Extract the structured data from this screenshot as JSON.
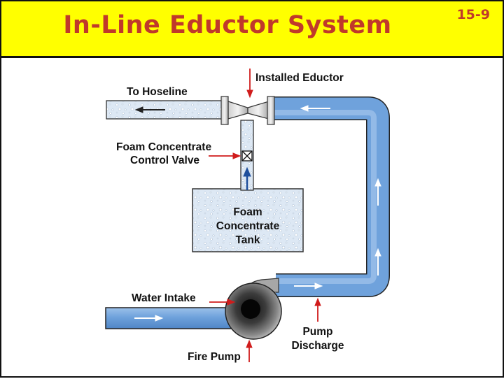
{
  "header": {
    "title": "In-Line Eductor System",
    "slide_number": "15-9"
  },
  "labels": {
    "installed_eductor": "Installed Eductor",
    "to_hoseline": "To Hoseline",
    "foam_control_valve_line1": "Foam Concentrate",
    "foam_control_valve_line2": "Control Valve",
    "tank_line1": "Foam",
    "tank_line2": "Concentrate",
    "tank_line3": "Tank",
    "water_intake": "Water Intake",
    "pump_discharge_line1": "Pump",
    "pump_discharge_line2": "Discharge",
    "fire_pump": "Fire Pump"
  },
  "colors": {
    "title_bar": "#ffff00",
    "title_text": "#c0392b",
    "pipe_water": "#6fa2dc",
    "foam_fill": "#dbe7f3",
    "pointer_arrows": "#d01c1c"
  }
}
